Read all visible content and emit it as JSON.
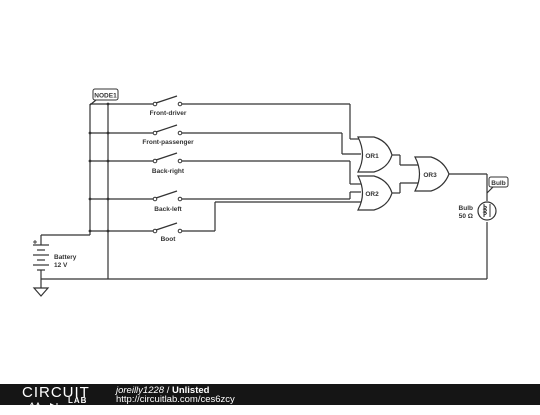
{
  "diagram": {
    "node_tag": "NODE1",
    "switches": [
      "Front-driver",
      "Front-passenger",
      "Back-right",
      "Back-left",
      "Boot"
    ],
    "gates": [
      "OR1",
      "OR2",
      "OR3"
    ],
    "battery": {
      "name": "Battery",
      "value": "12 V"
    },
    "bulb": {
      "name": "Bulb",
      "value": "50 Ω",
      "tag": "Bulb"
    }
  },
  "footer": {
    "logo_top": "CIRCUIT",
    "logo_bottom": "LAB",
    "user": "joreilly1228",
    "separator": " / ",
    "status": "Unlisted",
    "url": "http://circuitlab.com/ces6zcy"
  }
}
